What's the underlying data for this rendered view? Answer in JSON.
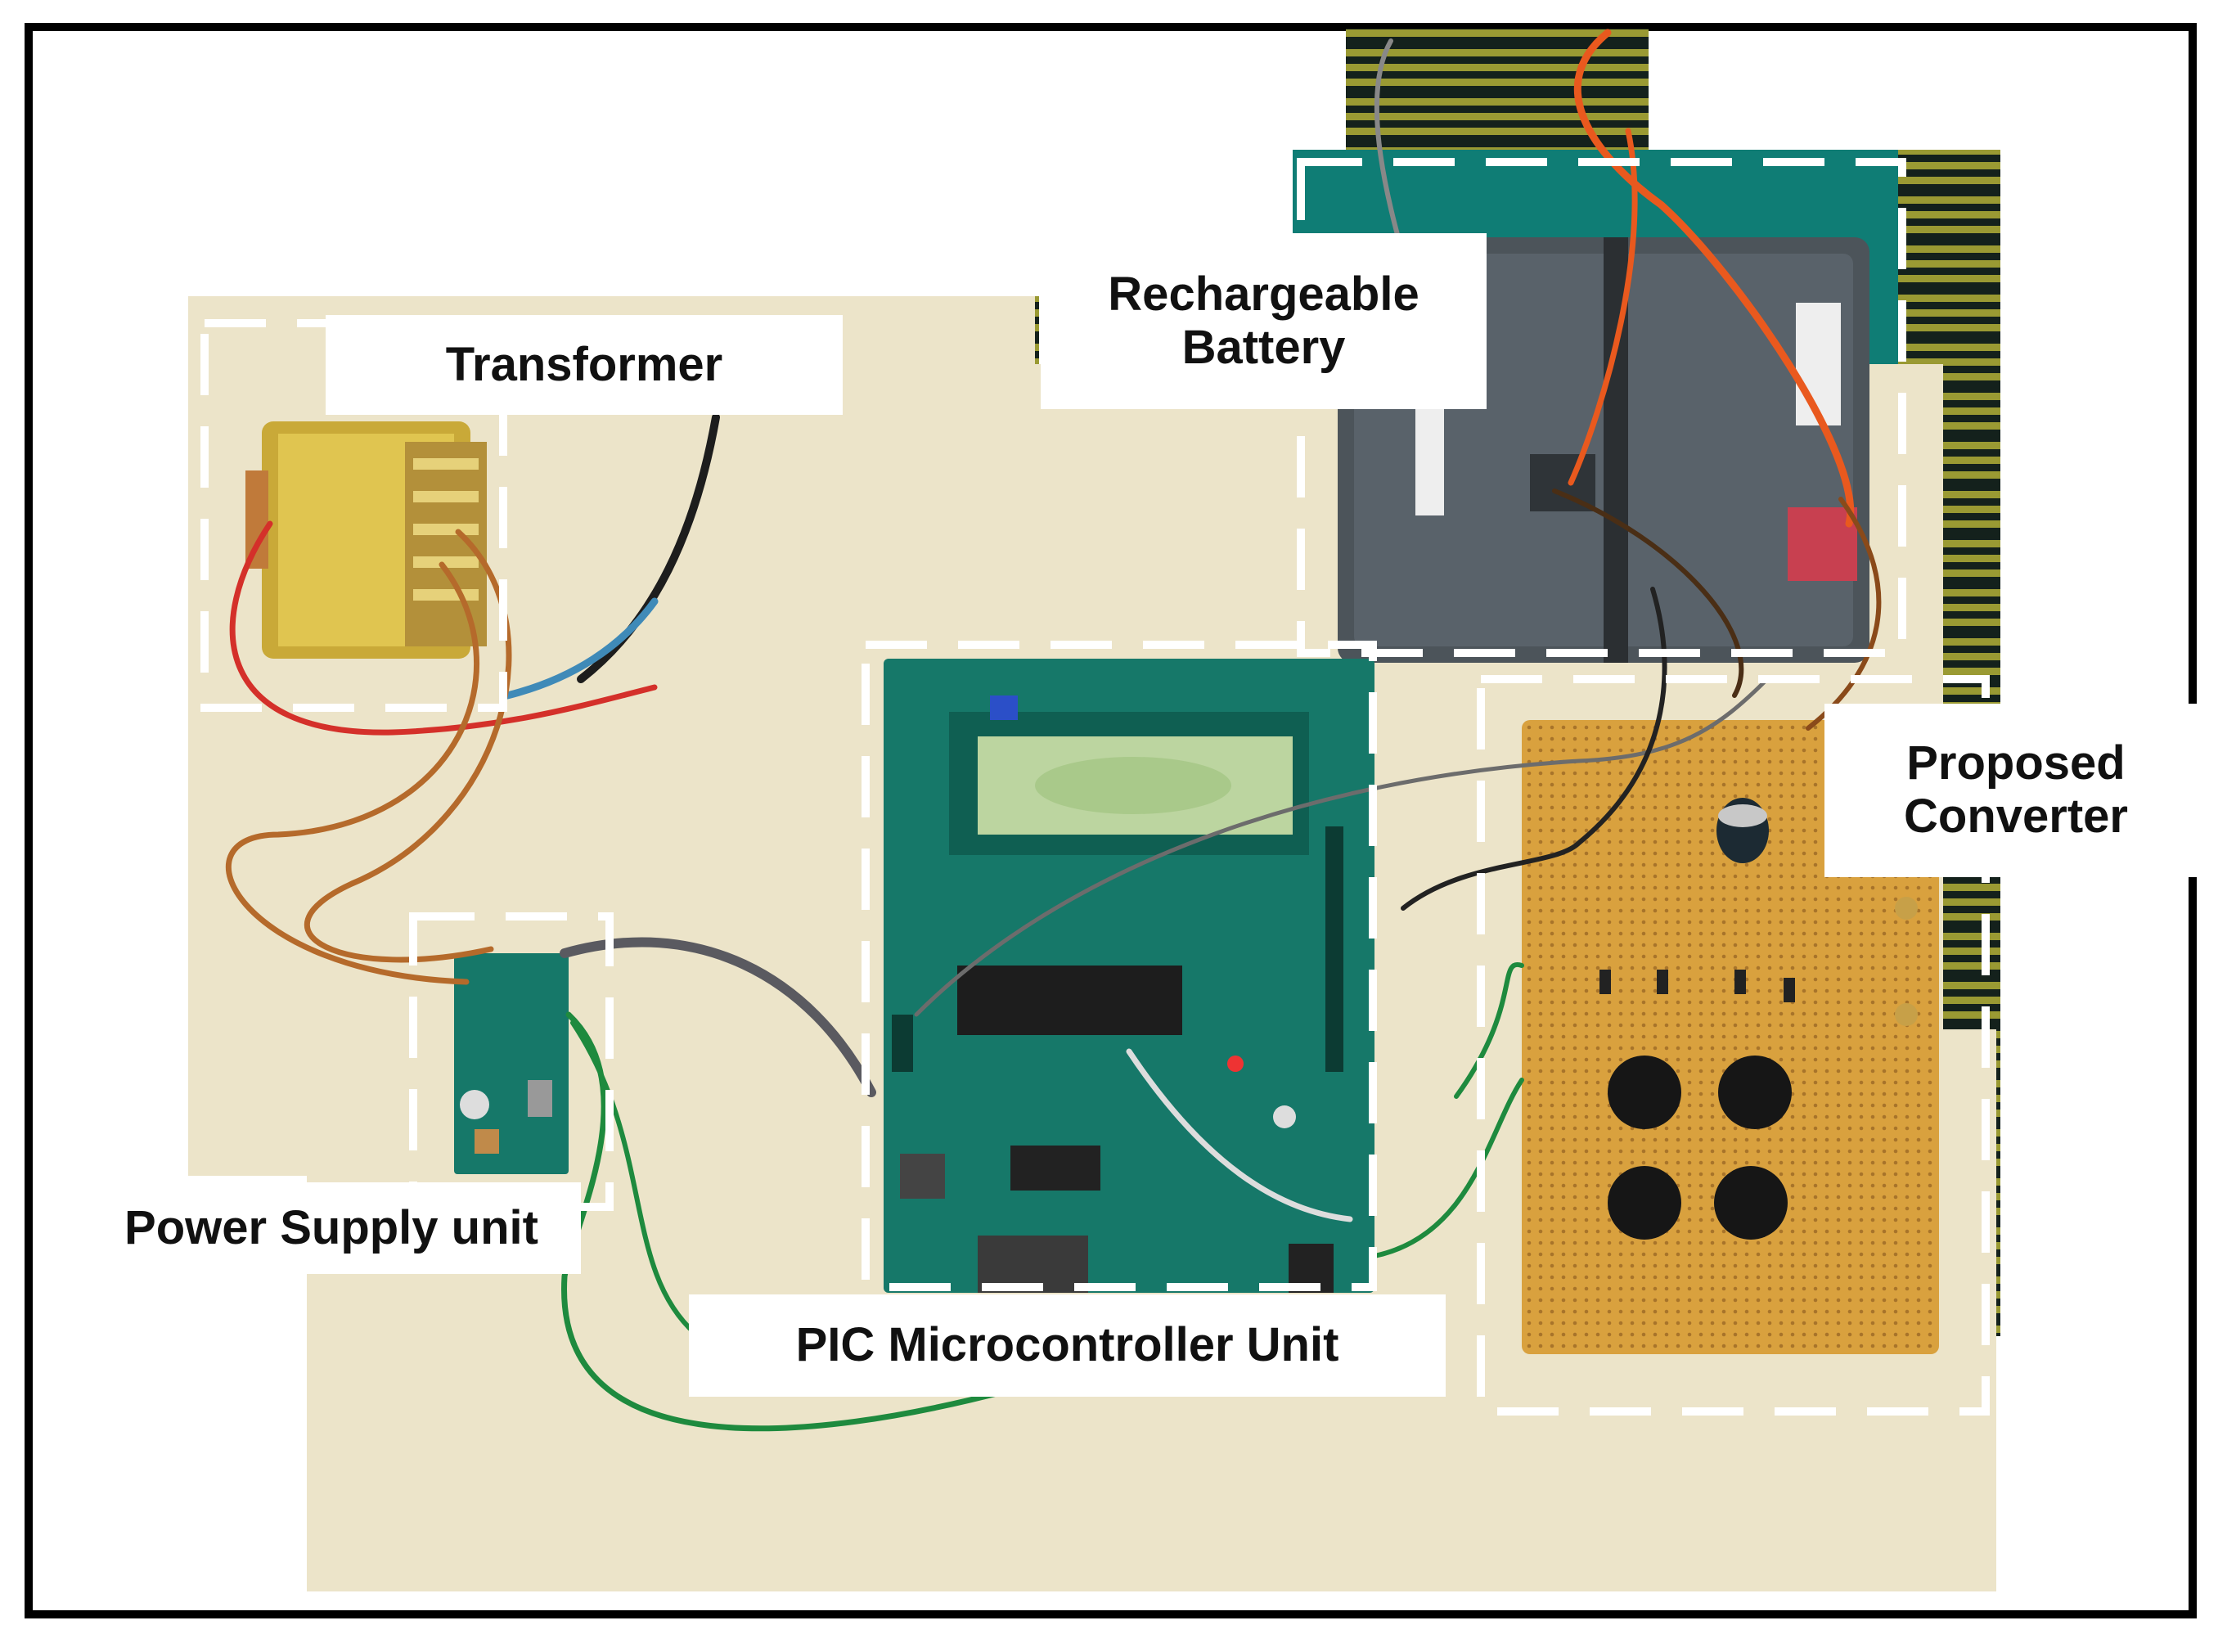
{
  "labels": {
    "transformer": "Transformer",
    "battery_line1": "Rechargeable",
    "battery_line2": "Battery",
    "converter_line1": "Proposed",
    "converter_line2": "Converter",
    "power_supply": "Power Supply unit",
    "pic_unit": "PIC Microcontroller Unit"
  },
  "colors": {
    "mat_green": "#0f7d75",
    "mat_stripe": "#9a9a33",
    "mat_dark": "#1a1f1a",
    "board": "#ece4c9",
    "pcb_green": "#167869",
    "perfboard": "#d9a13e",
    "battery": "#4c545a",
    "transformer": "#c9a938"
  }
}
